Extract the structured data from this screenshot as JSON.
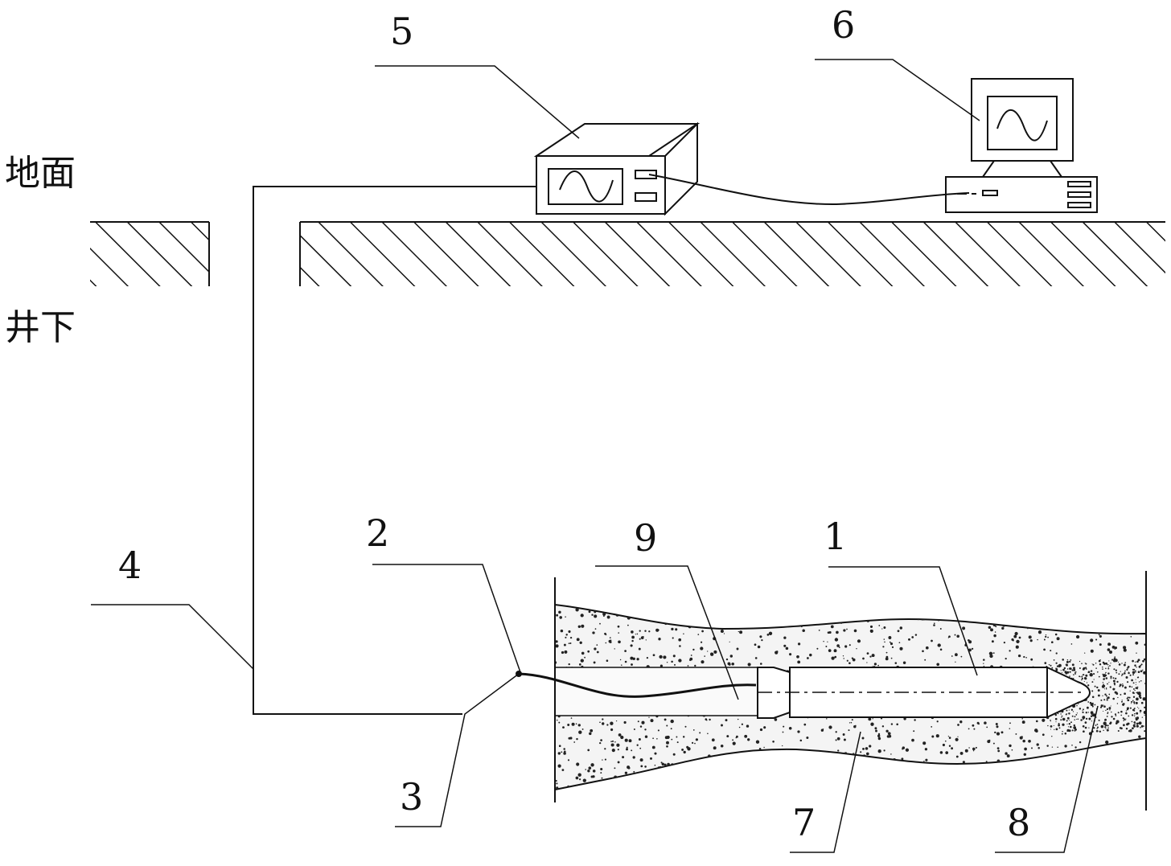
{
  "labels": {
    "surface": "地面",
    "underground": "井下",
    "n1": "1",
    "n2": "2",
    "n3": "3",
    "n4": "4",
    "n5": "5",
    "n6": "6",
    "n7": "7",
    "n8": "8",
    "n9": "9"
  },
  "colors": {
    "line": "#111111",
    "background": "#ffffff",
    "speckle": "#222222"
  },
  "icons": {
    "instrument": "oscilloscope-box",
    "computer": "desktop-computer",
    "probe": "cylindrical-probe"
  }
}
